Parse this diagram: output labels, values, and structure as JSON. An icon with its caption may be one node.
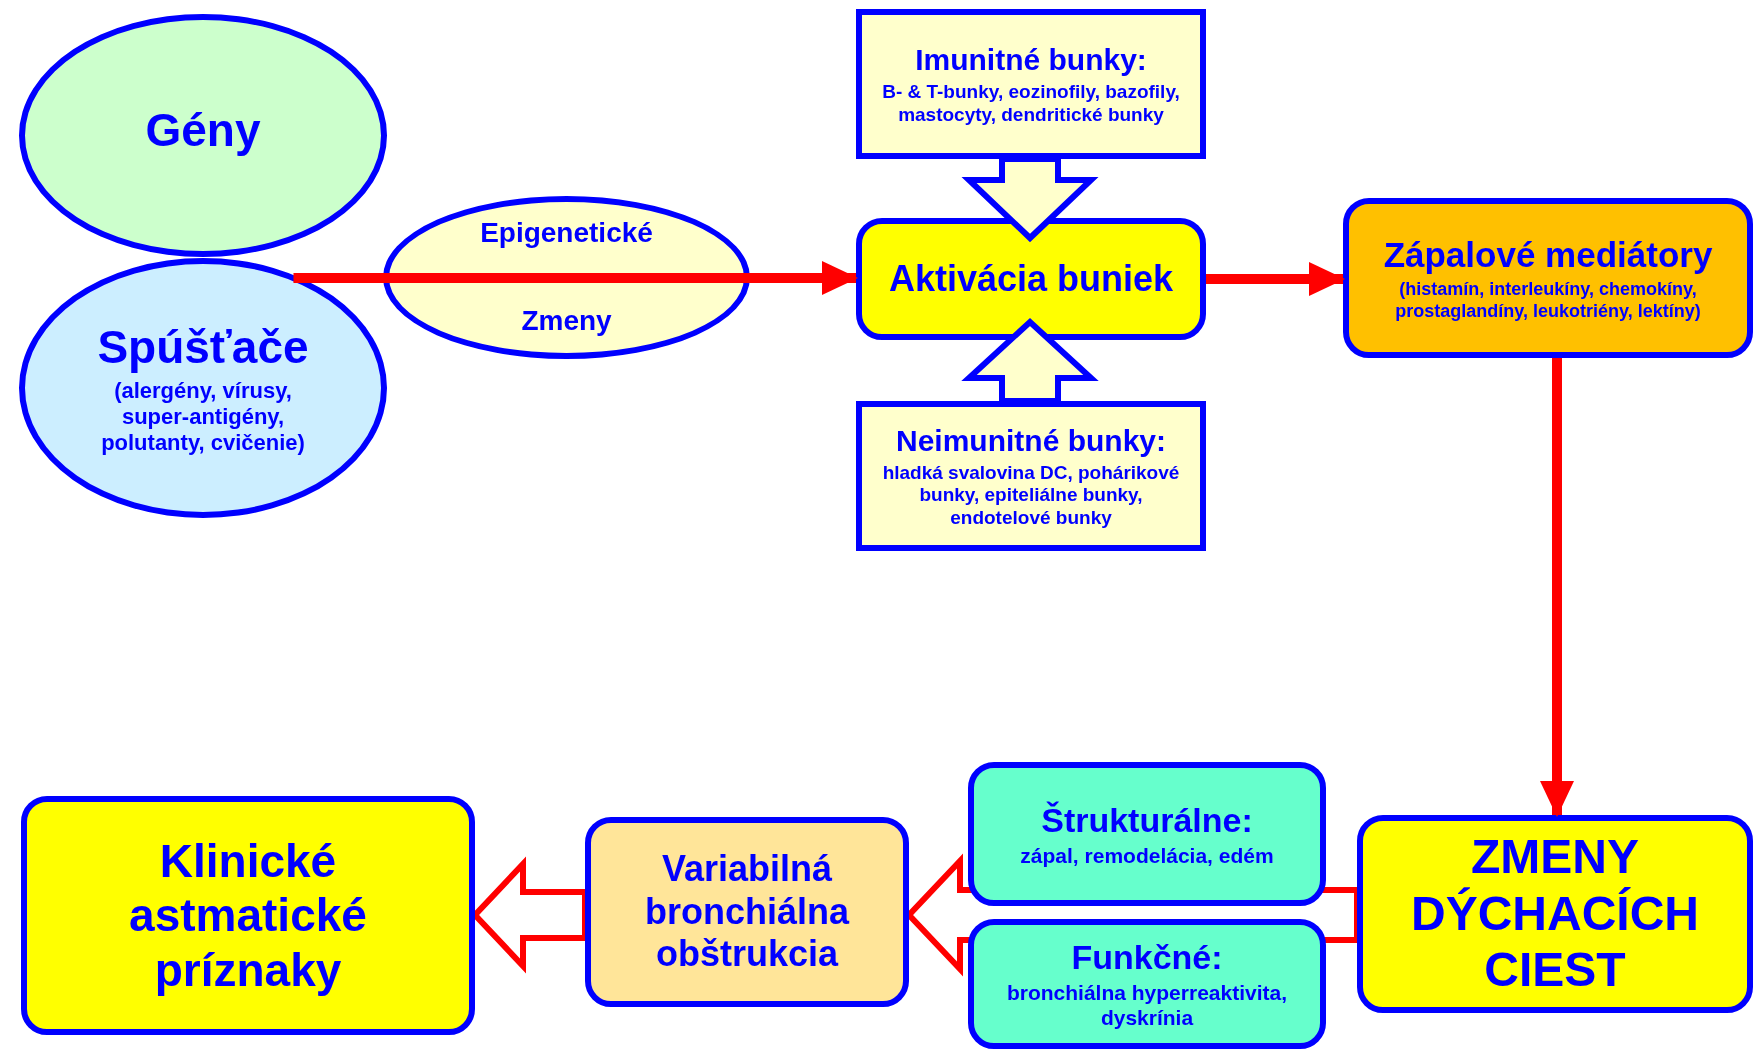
{
  "diagram": {
    "nodes": [
      {
        "text": [
          "Gény"
        ]
      },
      {
        "text": [
          "Spúšťače",
          "(alergény, vírusy, super-antigény, polutanty, cvičenie)"
        ]
      },
      {
        "text": [
          "Epigenetické",
          "Zmeny"
        ]
      },
      {
        "text": [
          "Imunitné bunky:",
          "B- & T-bunky, eozinofily, bazofily, mastocyty, dendritické bunky"
        ]
      },
      {
        "text": [
          "Aktivácia buniek"
        ]
      },
      {
        "text": [
          "Neimunitné bunky:",
          "hladká svalovina DC, pohárikové bunky, epiteliálne bunky, endotelové bunky"
        ]
      },
      {
        "text": [
          "Zápalové mediátory",
          "(histamín, interleukíny, chemokíny, prostaglandíny, leukotriény, lektíny)"
        ]
      },
      {
        "text": [
          "ZMENY DÝCHACÍCH CIEST"
        ]
      },
      {
        "text": [
          "Štrukturálne:",
          "zápal, remodelácia, edém"
        ]
      },
      {
        "text": [
          "Funkčné:",
          "bronchiálna hyperreaktivita, dyskrínia"
        ]
      },
      {
        "text": [
          "Variabilná bronchiálna obštrukcia"
        ]
      },
      {
        "text": [
          "Klinické astmatické príznaky"
        ]
      }
    ],
    "edges": [
      {
        "from": 1,
        "to": 2,
        "arrow": "none"
      },
      {
        "from": 2,
        "to": 4,
        "arrow": "to"
      },
      {
        "from": 3,
        "to": 4,
        "arrow": "to",
        "style": "thick",
        "color": "#0000ff"
      },
      {
        "from": 5,
        "to": 4,
        "arrow": "to",
        "style": "thick",
        "color": "#0000ff"
      },
      {
        "from": 4,
        "to": 6,
        "arrow": "to"
      },
      {
        "from": 6,
        "to": 7,
        "arrow": "to"
      },
      {
        "from": 7,
        "to": 10,
        "arrow": "to",
        "style": "thick"
      },
      {
        "from": 10,
        "to": 11,
        "arrow": "to",
        "style": "thick"
      }
    ]
  }
}
